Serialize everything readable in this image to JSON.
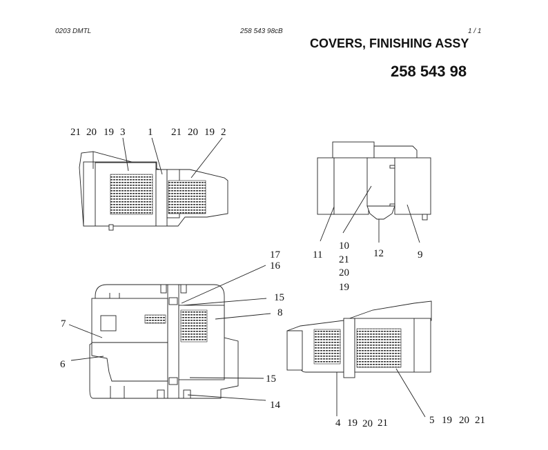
{
  "header": {
    "left_code": "0203 DMTL",
    "center_code": "258 543 98cB",
    "page": "1 /   1"
  },
  "title": "COVERS, FINISHING ASSY",
  "part_number": "258 543 98",
  "callouts": {
    "top_left": [
      "21",
      "20",
      "19",
      "3",
      "1",
      "21",
      "20",
      "19",
      "2"
    ],
    "top_right": [
      "10",
      "21",
      "20",
      "19",
      "11",
      "12",
      "9"
    ],
    "bottom_left": [
      "17",
      "16",
      "15",
      "8",
      "7",
      "6",
      "15",
      "14"
    ],
    "bottom_right": [
      "4",
      "19",
      "20",
      "21",
      "5",
      "19",
      "20",
      "21"
    ]
  }
}
